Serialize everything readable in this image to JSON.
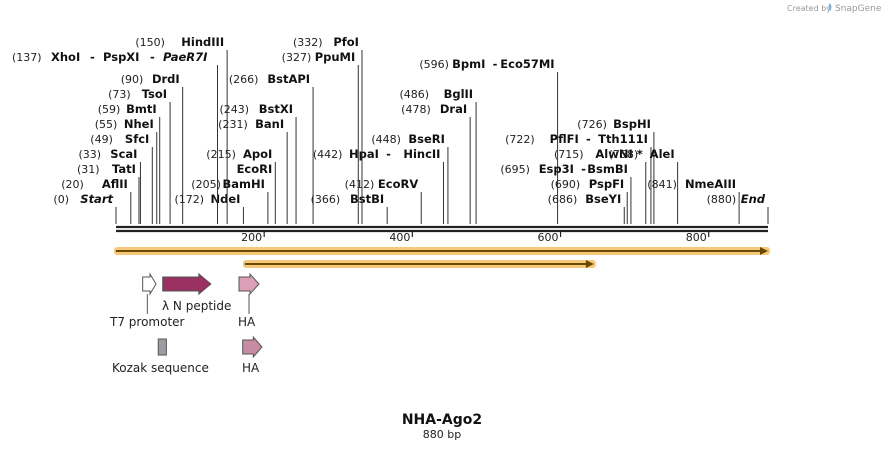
{
  "credit": {
    "text": "Created by",
    "brand": "SnapGene"
  },
  "plasmid": {
    "name": "NHA-Ago2",
    "length_label": "880 bp",
    "length": 880
  },
  "scale_ticks": [
    200,
    400,
    600,
    800
  ],
  "sites": [
    {
      "pos": 0,
      "pos_label": "(0)",
      "name": "Start",
      "italic": true,
      "row": 0
    },
    {
      "pos": 20,
      "pos_label": "(20)",
      "name": "AflII",
      "row": 1
    },
    {
      "pos": 31,
      "pos_label": "(31)",
      "name": "TatI",
      "row": 2
    },
    {
      "pos": 33,
      "pos_label": "(33)",
      "name": "ScaI",
      "row": 3
    },
    {
      "pos": 49,
      "pos_label": "(49)",
      "name": "SfcI",
      "row": 4
    },
    {
      "pos": 55,
      "pos_label": "(55)",
      "name": "NheI",
      "row": 5
    },
    {
      "pos": 59,
      "pos_label": "(59)",
      "name": "BmtI",
      "row": 6
    },
    {
      "pos": 73,
      "pos_label": "(73)",
      "name": "TsoI",
      "row": 7
    },
    {
      "pos": 90,
      "pos_label": "(90)",
      "name": "DrdI",
      "row": 8
    },
    {
      "pos": 172,
      "pos_label": "(172)",
      "name": "NdeI",
      "row": 0
    },
    {
      "pos": 205,
      "pos_label": "(205)",
      "name": "BamHI",
      "row": 1
    },
    {
      "pos": 215,
      "pos_label": "(215)",
      "name": "ApoI",
      "row": 3,
      "extra": "EcoRI"
    },
    {
      "pos": 231,
      "pos_label": "(231)",
      "name": "BanI",
      "row": 5
    },
    {
      "pos": 243,
      "pos_label": "(243)",
      "name": "BstXI",
      "row": 6
    },
    {
      "pos": 266,
      "pos_label": "(266)",
      "name": "BstAPI",
      "row": 8
    },
    {
      "pos": 366,
      "pos_label": "(366)",
      "name": "BstBI",
      "row": 0
    },
    {
      "pos": 412,
      "pos_label": "(412)",
      "name": "EcoRV",
      "row": 1
    },
    {
      "pos": 442,
      "pos_label": "(442)",
      "name": "HpaI",
      "suffix": "HincII",
      "row": 3
    },
    {
      "pos": 448,
      "pos_label": "(448)",
      "name": "BseRI",
      "row": 4
    },
    {
      "pos": 478,
      "pos_label": "(478)",
      "name": "DraI",
      "row": 6
    },
    {
      "pos": 486,
      "pos_label": "(486)",
      "name": "BglII",
      "row": 7
    },
    {
      "pos": 596,
      "pos_label": "(596)",
      "name": "BpmI",
      "suffix": "Eco57MI",
      "row": 9
    },
    {
      "pos": 686,
      "pos_label": "(686)",
      "name": "BseYI",
      "row": 0
    },
    {
      "pos": 690,
      "pos_label": "(690)",
      "name": "PspFI",
      "row": 1
    },
    {
      "pos": 695,
      "pos_label": "(695)",
      "name": "Esp3I",
      "suffix": "BsmBI",
      "row": 2
    },
    {
      "pos": 715,
      "pos_label": "(715)",
      "name": "AlwNI *",
      "row": 3
    },
    {
      "pos": 722,
      "pos_label": "(722)",
      "name": "PflFI",
      "suffix": "Tth111I",
      "row": 4
    },
    {
      "pos": 726,
      "pos_label": "(726)",
      "name": "BspHI",
      "row": 5
    },
    {
      "pos": 758,
      "pos_label": "(758)",
      "name": "AleI",
      "row": 3
    },
    {
      "pos": 841,
      "pos_label": "(841)",
      "name": "NmeAIII",
      "row": 1
    },
    {
      "pos": 880,
      "pos_label": "(880)",
      "name": "End",
      "italic": true,
      "row": 0
    }
  ],
  "upper_sites": [
    {
      "pos": 137,
      "pos_label": "(137)",
      "name": "XhoI",
      "suffix": "PspXI",
      "suffix2": "PaeR7I",
      "suffix2_italic": true
    },
    {
      "pos": 150,
      "pos_label": "(150)",
      "name": "HindIII"
    },
    {
      "pos": 327,
      "pos_label": "(327)",
      "name": "PpuMI"
    },
    {
      "pos": 332,
      "pos_label": "(332)",
      "name": "PfoI"
    }
  ],
  "orf_bars": [
    {
      "start": 0,
      "end": 880,
      "color": "#f6c26b"
    },
    {
      "start": 174,
      "end": 645,
      "color": "#f6c26b"
    }
  ],
  "features": [
    {
      "name": "T7 promoter",
      "start": 36,
      "end": 54,
      "color": "#ffffff",
      "label_row": 1
    },
    {
      "name": "λ N peptide",
      "start": 63,
      "end": 128,
      "color": "#9b3063",
      "label_row": 0
    },
    {
      "name": "HA",
      "start": 166,
      "end": 193,
      "color": "#d9a0b6",
      "label_row": 1
    },
    {
      "name": "Kozak sequence",
      "start": 57,
      "end": 68,
      "color": "#9a9ea3",
      "label_row": 2
    },
    {
      "name": "HA",
      "start": 171,
      "end": 197,
      "color": "#c98aa3",
      "label_row": 2
    }
  ]
}
